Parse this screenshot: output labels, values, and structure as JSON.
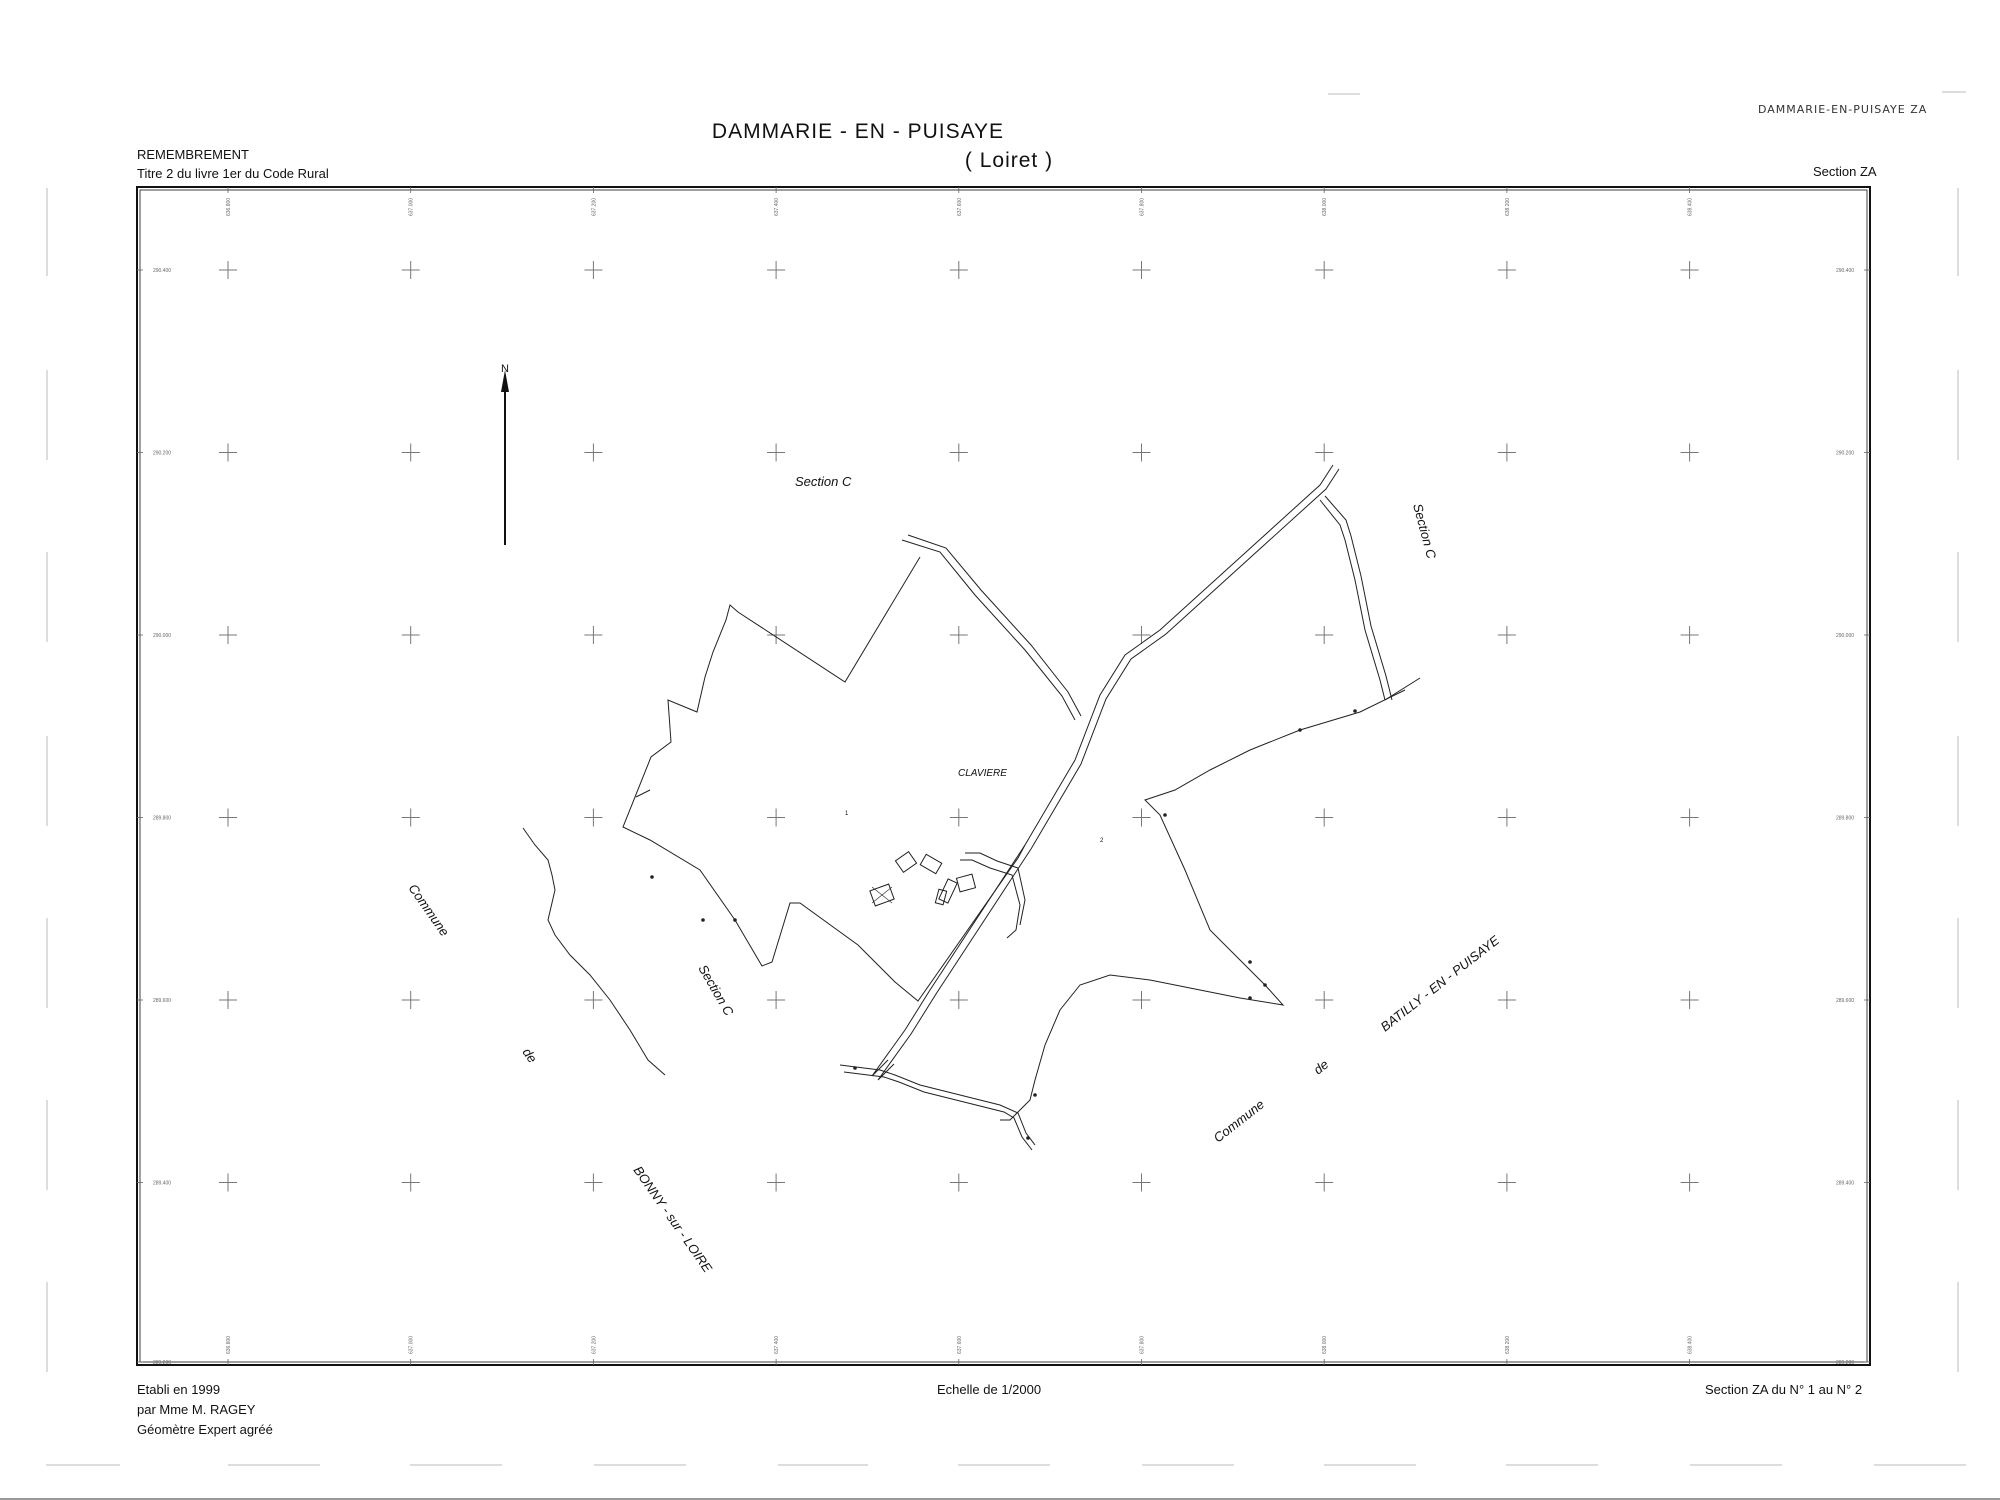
{
  "header": {
    "left_line1": "REMEMBREMENT",
    "left_line2": "Titre 2 du livre 1er du Code Rural",
    "title": "DAMMARIE - EN - PUISAYE",
    "subtitle": "( Loiret )",
    "right": "Section ZA",
    "handwritten_note": "DAMMARIE-EN-PUISAYE ZA"
  },
  "footer": {
    "left_line1": "Etabli en 1999",
    "left_line2": "par Mme M. RAGEY",
    "left_line3": "Géomètre Expert agréé",
    "center": "Echelle de 1/2000",
    "right": "Section ZA du N° 1 au N° 2"
  },
  "map": {
    "north_label": "N",
    "labels": {
      "section_c_top": "Section C",
      "section_c_right": "Section C",
      "section_c_left": "Section C",
      "claviere": "CLAVIERE",
      "commune_left": "Commune",
      "de_left": "de",
      "bonny": "BONNY - sur - LOIRE",
      "commune_right": "Commune",
      "de_right": "de",
      "batilly": "BATILLY - EN - PUISAYE",
      "parcel_1": "1",
      "parcel_2": "2"
    },
    "grid_x_labels": [
      "636.800",
      "637.000",
      "637.200",
      "637.400",
      "637.600",
      "637.800",
      "638.000",
      "638.200",
      "638.400"
    ],
    "grid_y_labels": [
      "290.400",
      "290.200",
      "290.000",
      "289.800",
      "289.600",
      "289.400",
      "289.200"
    ]
  }
}
